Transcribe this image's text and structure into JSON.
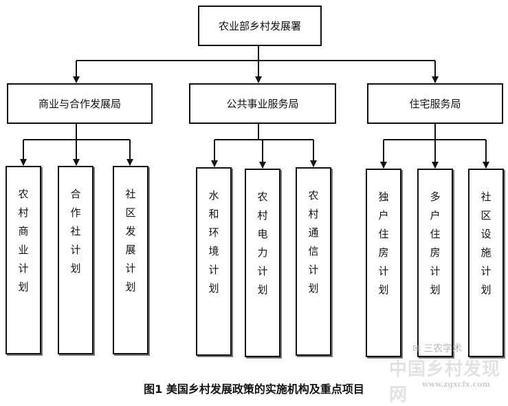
{
  "root": {
    "label": "农业部乡村发展署"
  },
  "bureaus": [
    {
      "label": "商业与合作发展局",
      "programs": [
        "农村商业计划",
        "合作社计划",
        "社区发展计划"
      ]
    },
    {
      "label": "公共事业服务局",
      "programs": [
        "水和环境计划",
        "农村电力计划",
        "农村通信计划"
      ]
    },
    {
      "label": "住宅服务局",
      "programs": [
        "独户住房计划",
        "多户住房计划",
        "社区设施计划"
      ]
    }
  ],
  "caption": "图1 美国乡村发展政策的实施机构及重点项目",
  "watermark": {
    "account": "三农学术",
    "site_name": "中国乡村发现网",
    "url": "www.zgxcfx.com"
  },
  "colors": {
    "stroke": "#111111",
    "shadow": "#777777",
    "background": "#ffffff"
  }
}
